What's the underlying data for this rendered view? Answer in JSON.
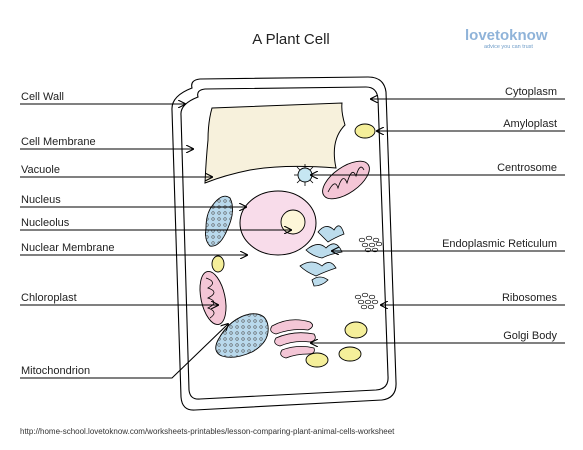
{
  "title": "A Plant Cell",
  "logo": {
    "text": "lovetoknow",
    "tagline": "advice you can trust",
    "color": "#8fb3d9"
  },
  "labels": {
    "cell_wall": "Cell Wall",
    "cell_membrane": "Cell Membrane",
    "vacuole": "Vacuole",
    "nucleus": "Nucleus",
    "nucleolus": "Nucleolus",
    "nuclear_membrane": "Nuclear Membrane",
    "chloroplast": "Chloroplast",
    "mitochondrion": "Mitochondrion",
    "cytoplasm": "Cytoplasm",
    "amyloplast": "Amyloplast",
    "centrosome": "Centrosome",
    "endoplasmic_reticulum": "Endoplasmic Reticulum",
    "ribosomes": "Ribosomes",
    "golgi_body": "Golgi Body"
  },
  "footer_url": "http://home-school.lovetoknow.com/worksheets-printables/lesson-comparing-plant-animal-cells-worksheet",
  "colors": {
    "vacuole": "#f7f1dc",
    "nucleus": "#f8dcea",
    "nucleolus": "#fdf6d8",
    "amyloplast": "#f5ef9a",
    "chloroplast": "#b9d9ec",
    "mitochondrion": "#f4c6d6",
    "centrosome": "#c6e6f2",
    "er": "#bcdcec"
  }
}
